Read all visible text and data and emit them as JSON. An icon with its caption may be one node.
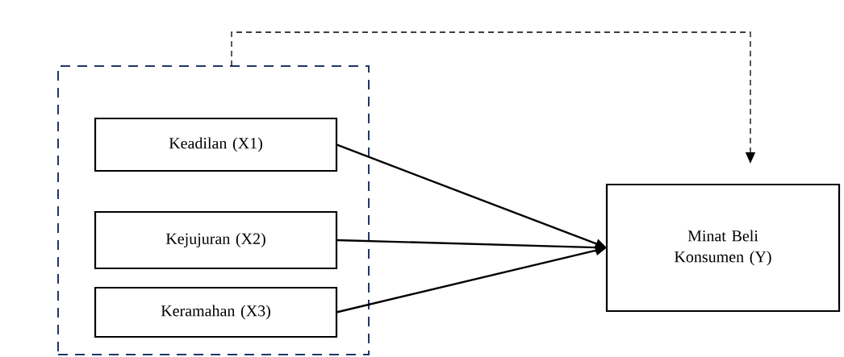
{
  "diagram": {
    "nodes": [
      {
        "text": [],
        "shape": "box"
      },
      {
        "text": [
          "Keadilan (X1)"
        ],
        "in": 0
      },
      {
        "text": [
          "Kejujuran (X2)"
        ],
        "in": 0
      },
      {
        "text": [
          "Keramahan (X3)"
        ],
        "in": 0
      },
      {
        "text": [
          "Minat Beli Konsumen (Y)"
        ]
      }
    ],
    "edges": [
      {
        "from": 1,
        "to": 4,
        "arrow": "to"
      },
      {
        "from": 2,
        "to": 4,
        "arrow": "to"
      },
      {
        "from": 3,
        "to": 4,
        "arrow": "to"
      },
      {
        "from": 0,
        "to": 4,
        "arrow": "to",
        "style": "dashed"
      }
    ]
  }
}
